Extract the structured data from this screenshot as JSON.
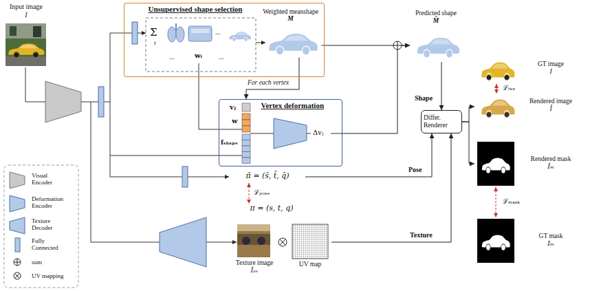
{
  "diagram": {
    "nodes": [
      {
        "text": [
          "Input image",
          "I"
        ]
      },
      {
        "text": [
          "Unsupervised shape selection"
        ]
      },
      {
        "text": [
          "Weighted meanshape",
          "M"
        ],
        "in": 1
      },
      {
        "text": [
          "Predicted shape",
          "M̂"
        ]
      },
      {
        "text": [
          "Vertex deformation"
        ]
      },
      {
        "text": [
          "Differ. Renderer"
        ]
      },
      {
        "text": [
          "GT image",
          "I"
        ]
      },
      {
        "text": [
          "Rendered image",
          "Î"
        ]
      },
      {
        "text": [
          "Rendered mask",
          "Îₘ"
        ]
      },
      {
        "text": [
          "π̂ = (ŝ, t̂, q̂)"
        ]
      },
      {
        "text": [
          "π = (s, t, q)"
        ]
      },
      {
        "text": [
          "GT mask",
          "Iₘ"
        ]
      },
      {
        "text": [
          "Texture image",
          "Îᵤᵥ"
        ]
      },
      {
        "text": [
          "UV map"
        ]
      }
    ],
    "edges": [
      {
        "from": 2,
        "to": 3,
        "arrow": "to"
      },
      {
        "from": 4,
        "to": 3,
        "arrow": "to"
      },
      {
        "from": 2,
        "to": 4,
        "arrow": "to",
        "label": "For each vertex"
      },
      {
        "from": 3,
        "to": 5,
        "arrow": "to",
        "label": "Shape"
      },
      {
        "from": 9,
        "to": 5,
        "arrow": "to",
        "label": "Pose"
      },
      {
        "from": 9,
        "to": 10,
        "arrow": "both",
        "label": "ℒₚₒₛₑ"
      },
      {
        "from": 13,
        "to": 5,
        "arrow": "to",
        "label": "Texture"
      },
      {
        "from": 5,
        "to": 7,
        "arrow": "to"
      },
      {
        "from": 5,
        "to": 8,
        "arrow": "to"
      },
      {
        "from": 6,
        "to": 7,
        "arrow": "both",
        "label": "ℒₜₑₓ"
      },
      {
        "from": 8,
        "to": 11,
        "arrow": "both",
        "label": "ℒₘₐₛₖ"
      }
    ],
    "labels": [
      "Σ",
      "i",
      "...",
      "...",
      "wᵢ",
      "...",
      "vⱼ",
      "w",
      "fₛₕₐₚₑ",
      "Δvⱼ"
    ],
    "legend": [
      {
        "text": "Visual Encoder"
      },
      {
        "text": "Deformation Encoder"
      },
      {
        "text": "Texture Decoder"
      },
      {
        "text": "Fully Connected"
      },
      {
        "text": "sum"
      },
      {
        "text": "UV mapping"
      }
    ]
  }
}
